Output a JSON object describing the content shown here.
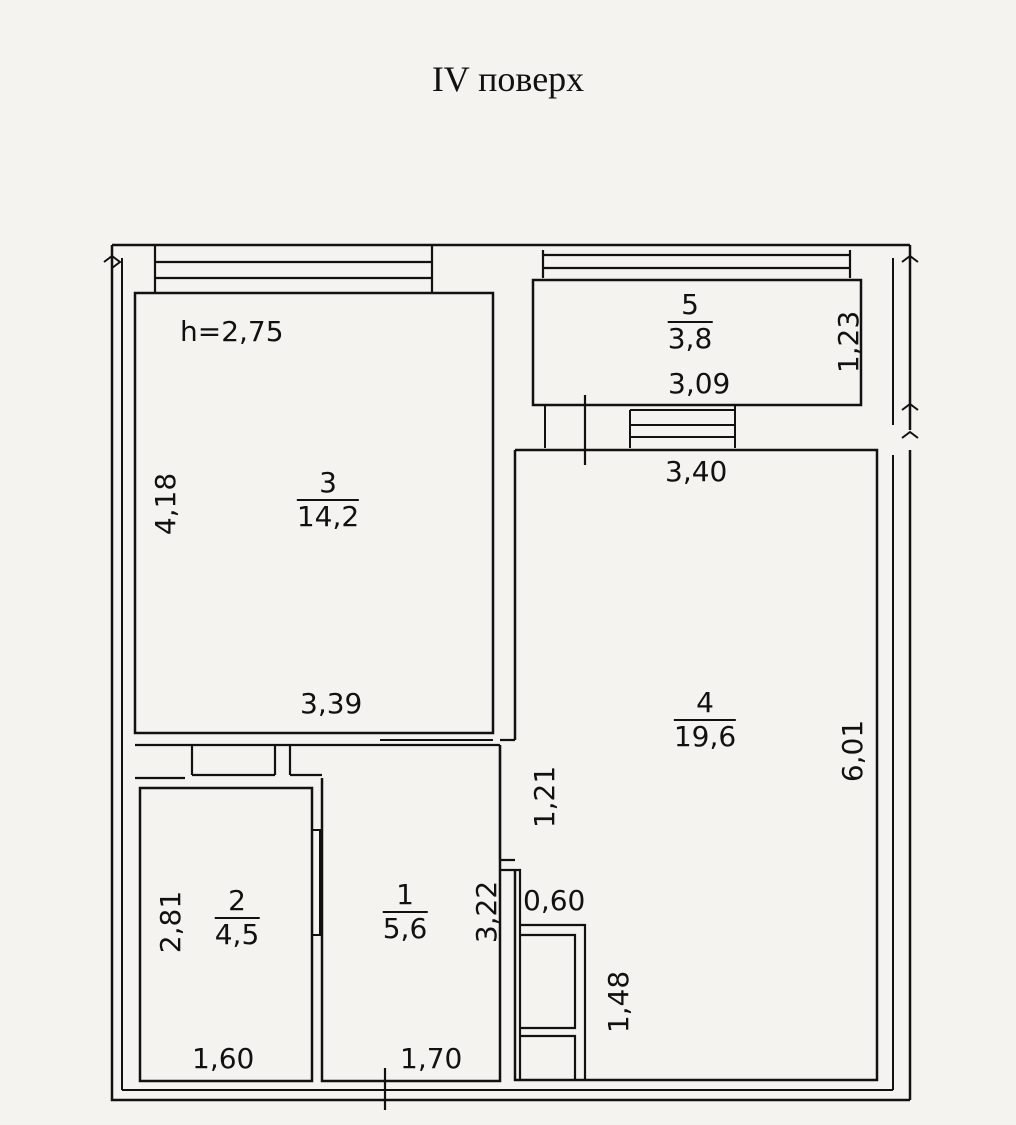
{
  "title": "IV поверх",
  "ceiling_height": "h=2,75",
  "rooms": [
    {
      "number": "1",
      "area": "5,6"
    },
    {
      "number": "2",
      "area": "4,5"
    },
    {
      "number": "3",
      "area": "14,2"
    },
    {
      "number": "4",
      "area": "19,6"
    },
    {
      "number": "5",
      "area": "3,8"
    }
  ],
  "dimensions": {
    "room3_height": "4,18",
    "room3_width": "3,39",
    "balcony_depth": "1,23",
    "balcony_width": "3,09",
    "room4_width": "3,40",
    "room4_height": "6,01",
    "corridor_gap": "1,21",
    "room2_height": "2,81",
    "room2_width": "1,60",
    "room1_height": "3,22",
    "room1_width": "1,70",
    "niche_width": "0,60",
    "niche_height": "1,48"
  }
}
